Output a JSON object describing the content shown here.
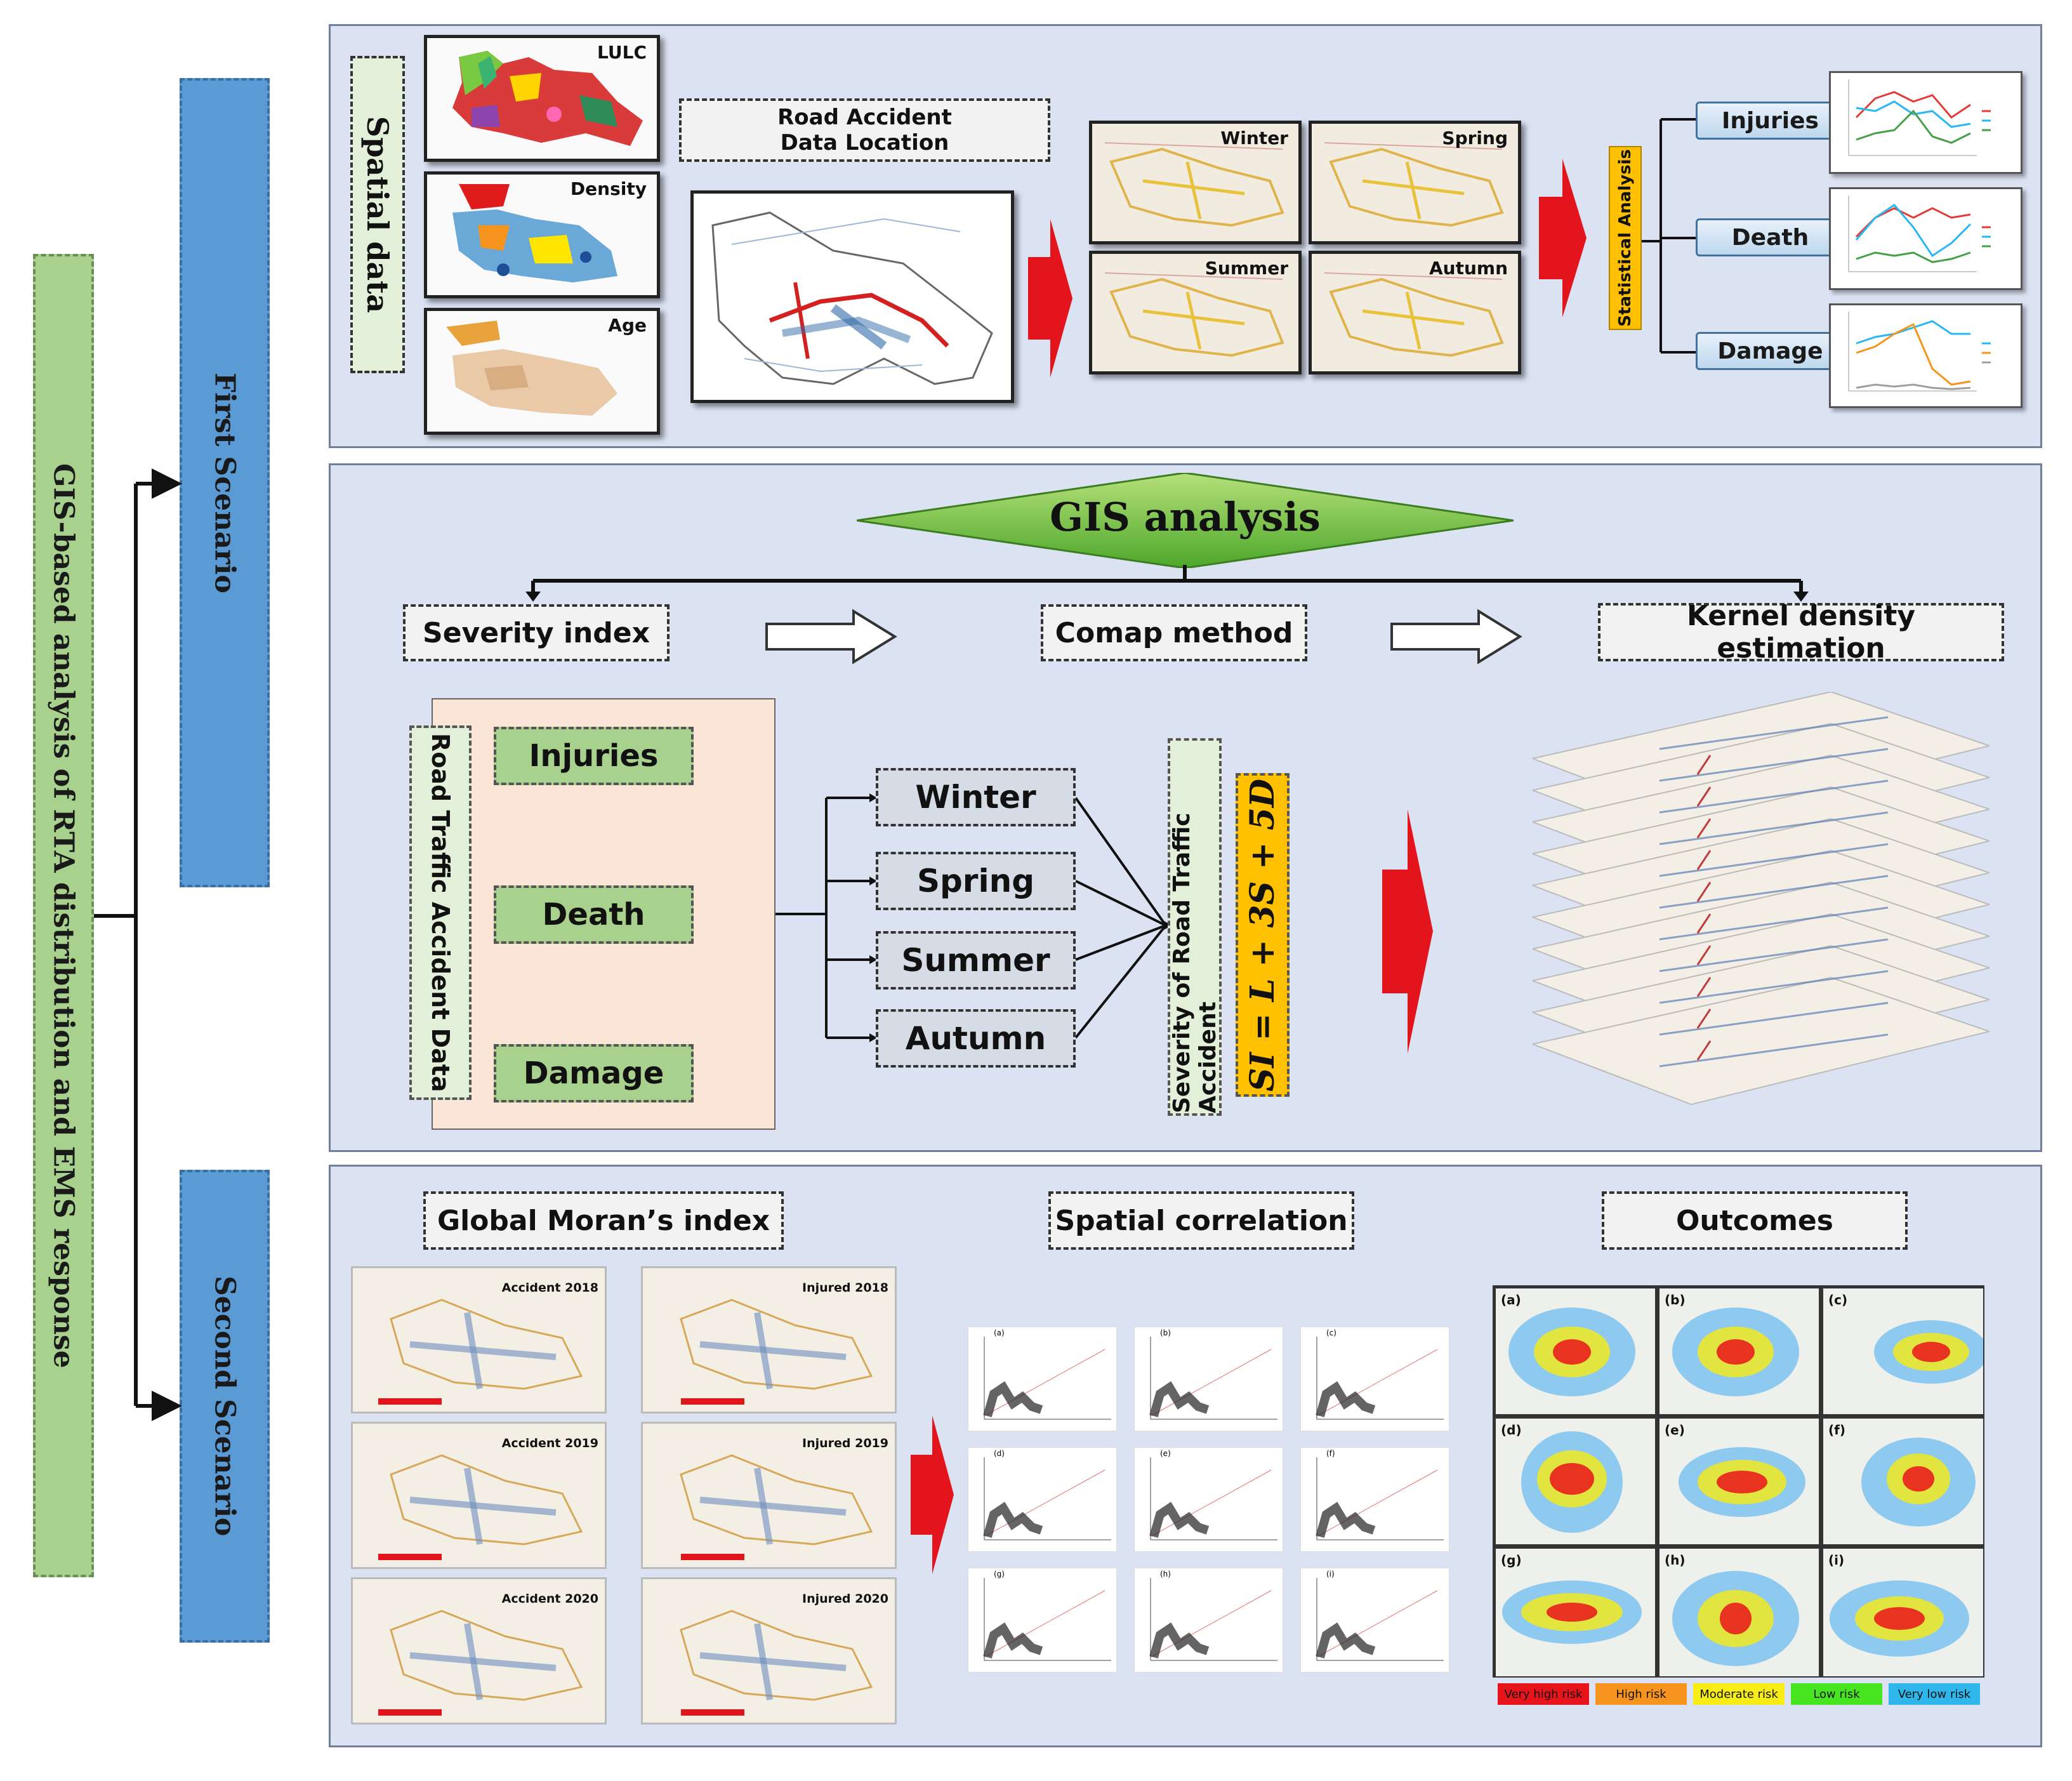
{
  "left": {
    "main_title": "GIS-based analysis of  RTA distribution and EMS response",
    "first_scenario": "First Scenario",
    "second_scenario": "Second Scenario"
  },
  "top": {
    "spatial_data_label": "Spatial data",
    "maps": [
      "LULC",
      "Density",
      "Age"
    ],
    "road_accident_title": "Road Accident Data Location",
    "seasons": [
      "Winter",
      "Spring",
      "Summer",
      "Autumn"
    ],
    "statistical_analysis": "Statistical Analysis",
    "outputs": [
      "Injuries",
      "Death",
      "Damage"
    ]
  },
  "middle": {
    "gis_title": "GIS analysis",
    "severity_index": "Severity index",
    "comap_method": "Comap method",
    "kde": "Kernel density estimation",
    "rta_data": "Road Traffic Accident Data",
    "categories": [
      "Injuries",
      "Death",
      "Damage"
    ],
    "seasons": [
      "Winter",
      "Spring",
      "Summer",
      "Autumn"
    ],
    "severity_label": "Severity of Road Traffic Accident",
    "formula": "SI = L + 3S + 5D"
  },
  "bottom": {
    "morans": "Global Moran’s index",
    "spatial_corr": "Spatial correlation",
    "outcomes": "Outcomes",
    "maps": [
      "Accident 2018",
      "Injured 2018",
      "Accident 2019",
      "Injured 2019",
      "Accident 2020",
      "Injured 2020"
    ],
    "scatter_labels": [
      "(a)",
      "(b)",
      "(c)",
      "(d)",
      "(e)",
      "(f)",
      "(g)",
      "(h)",
      "(i)"
    ],
    "heat_labels": [
      "(a)",
      "(b)",
      "(c)",
      "(d)",
      "(e)",
      "(f)",
      "(g)",
      "(h)",
      "(i)"
    ],
    "legend": [
      {
        "label": "Very high risk",
        "color": "#e8141b"
      },
      {
        "label": "High risk",
        "color": "#f7941d"
      },
      {
        "label": "Moderate risk",
        "color": "#f7ec13"
      },
      {
        "label": "Low risk",
        "color": "#47e51f"
      },
      {
        "label": "Very low risk",
        "color": "#2fb6ea"
      }
    ]
  },
  "colors": {
    "panel": "#dbe3f3",
    "green": "#a9d18e",
    "blue": "#5b9bd5",
    "arrow_red": "#e3141b",
    "formula_bg": "#ffc000"
  }
}
